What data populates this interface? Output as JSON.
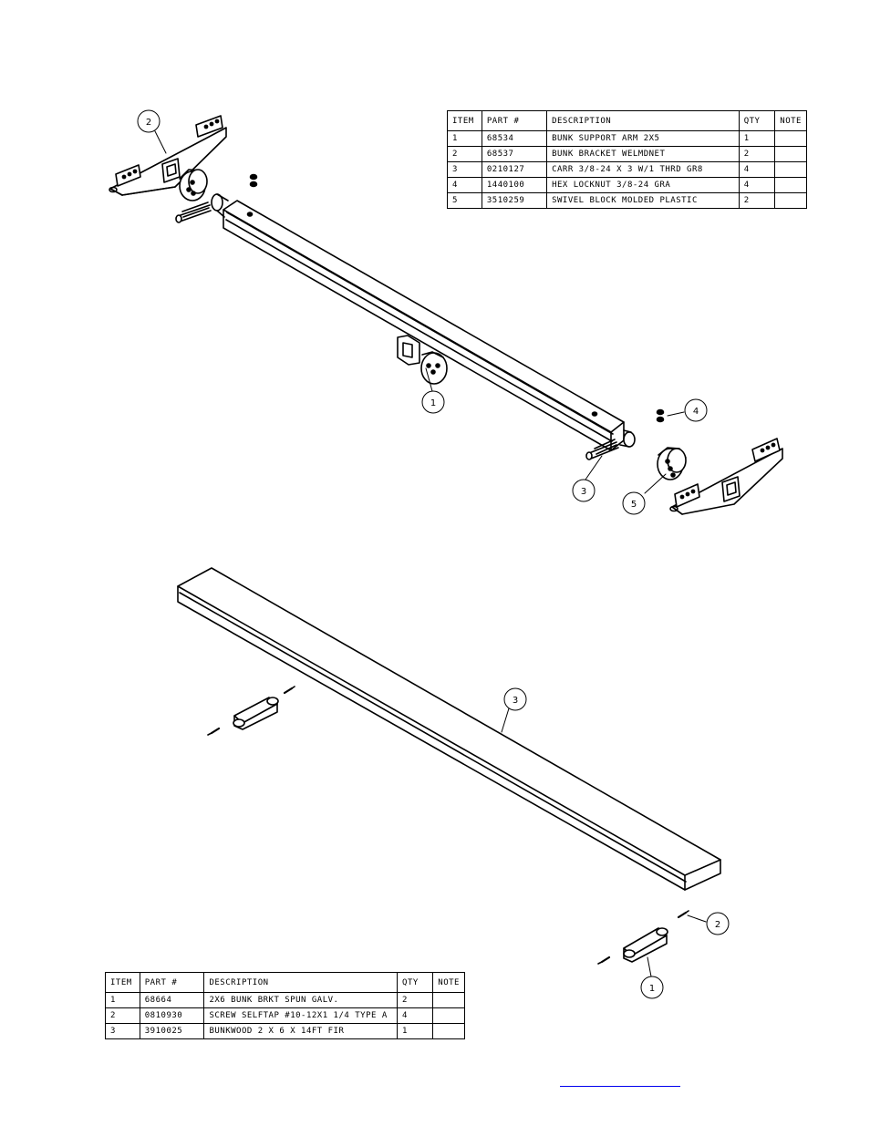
{
  "top_bom": {
    "headers": [
      "ITEM",
      "PART #",
      "DESCRIPTION",
      "QTY",
      "NOTE"
    ],
    "rows": [
      [
        "1",
        "68534",
        "BUNK SUPPORT ARM 2X5",
        "1",
        ""
      ],
      [
        "2",
        "68537",
        "BUNK BRACKET WELMDNET",
        "2",
        ""
      ],
      [
        "3",
        "0210127",
        "CARR 3/8-24 X 3 W/1 THRD GR8",
        "4",
        ""
      ],
      [
        "4",
        "1440100",
        "HEX LOCKNUT 3/8-24 GRA",
        "4",
        ""
      ],
      [
        "5",
        "3510259",
        "SWIVEL BLOCK MOLDED PLASTIC",
        "2",
        ""
      ]
    ]
  },
  "bottom_bom": {
    "headers": [
      "ITEM",
      "PART #",
      "DESCRIPTION",
      "QTY",
      "NOTE"
    ],
    "rows": [
      [
        "1",
        "68664",
        "2X6 BUNK BRKT SPUN GALV.",
        "2",
        ""
      ],
      [
        "2",
        "0810930",
        "SCREW SELFTAP #10-12X1 1/4 TYPE A",
        "4",
        ""
      ],
      [
        "3",
        "3910025",
        "BUNKWOOD   2 X 6 X 14FT FIR",
        "1",
        ""
      ]
    ]
  },
  "callouts": {
    "top_bracket_left": "2",
    "top_arm": "1",
    "top_carriage_bolt": "3",
    "top_locknut": "4",
    "top_swivel_block": "5",
    "bottom_bunkwood": "3",
    "bottom_screw": "2",
    "bottom_bracket": "1"
  },
  "link_color": "#0000ee"
}
